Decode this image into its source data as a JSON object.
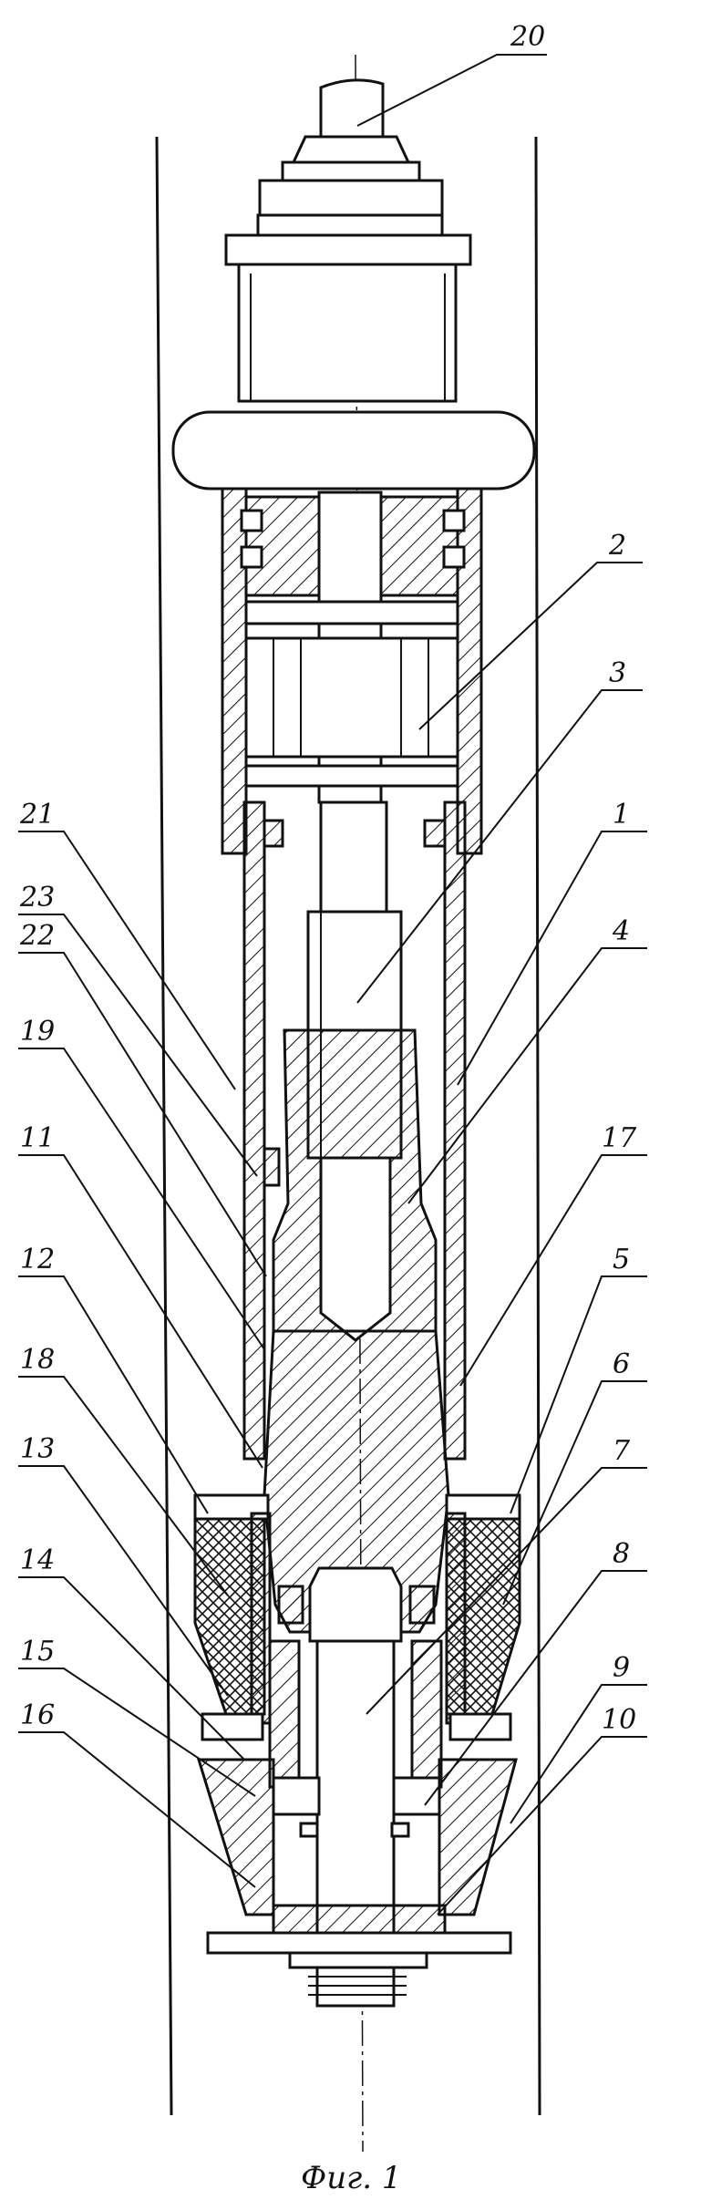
{
  "figure": {
    "caption": "Фиг. 1",
    "labels": [
      "20",
      "2",
      "3",
      "21",
      "1",
      "23",
      "4",
      "22",
      "19",
      "11",
      "17",
      "5",
      "12",
      "18",
      "6",
      "13",
      "7",
      "14",
      "8",
      "15",
      "9",
      "16",
      "10"
    ]
  }
}
